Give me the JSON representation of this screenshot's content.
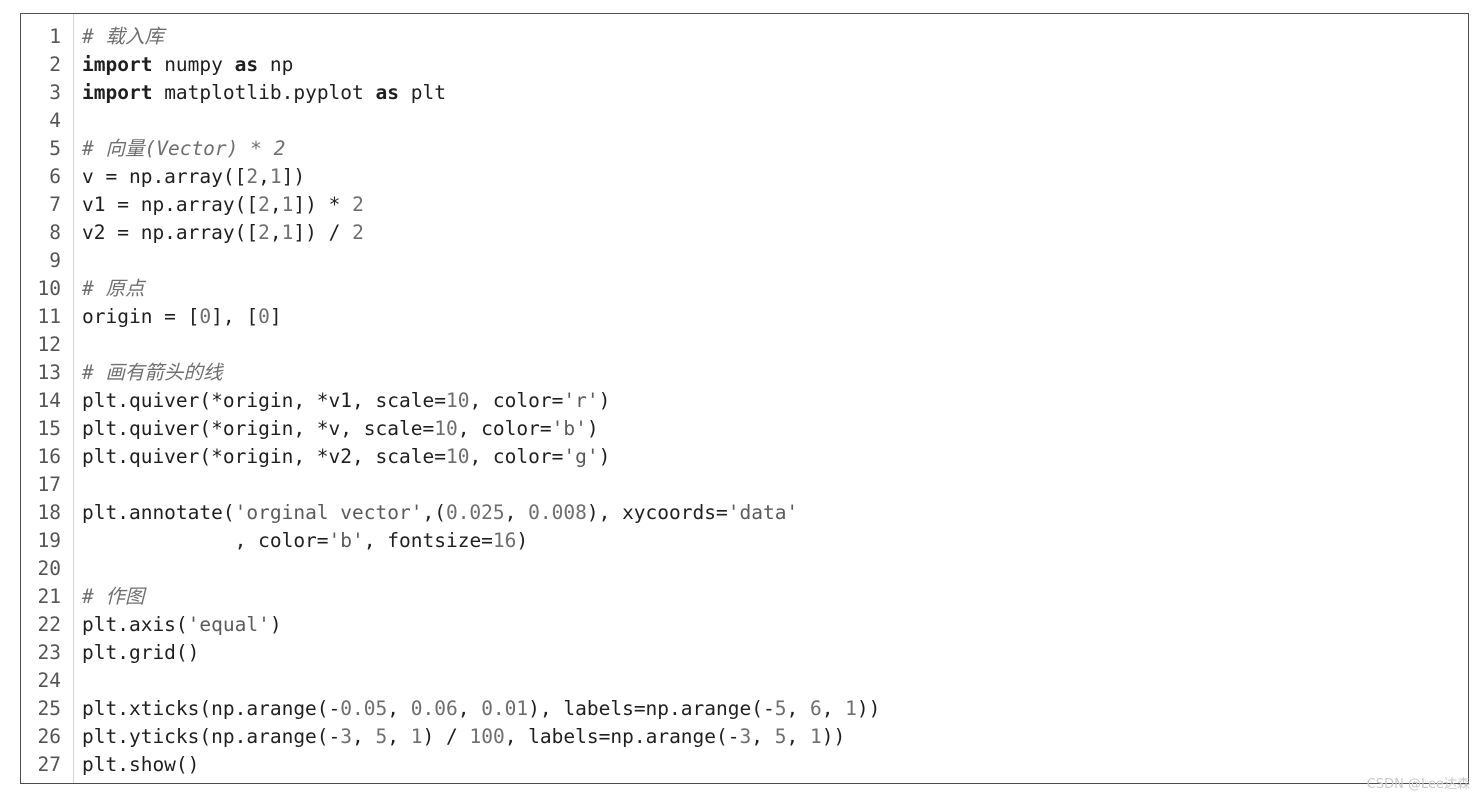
{
  "editor": {
    "lines": [
      {
        "n": "1",
        "code": "# 载入库"
      },
      {
        "n": "2",
        "code": "import numpy as np"
      },
      {
        "n": "3",
        "code": "import matplotlib.pyplot as plt"
      },
      {
        "n": "4",
        "code": ""
      },
      {
        "n": "5",
        "code": "# 向量(Vector) * 2"
      },
      {
        "n": "6",
        "code": "v = np.array([2,1])"
      },
      {
        "n": "7",
        "code": "v1 = np.array([2,1]) * 2"
      },
      {
        "n": "8",
        "code": "v2 = np.array([2,1]) / 2"
      },
      {
        "n": "9",
        "code": ""
      },
      {
        "n": "10",
        "code": "# 原点"
      },
      {
        "n": "11",
        "code": "origin = [0], [0]"
      },
      {
        "n": "12",
        "code": ""
      },
      {
        "n": "13",
        "code": "# 画有箭头的线"
      },
      {
        "n": "14",
        "code": "plt.quiver(*origin, *v1, scale=10, color='r')"
      },
      {
        "n": "15",
        "code": "plt.quiver(*origin, *v, scale=10, color='b')"
      },
      {
        "n": "16",
        "code": "plt.quiver(*origin, *v2, scale=10, color='g')"
      },
      {
        "n": "17",
        "code": ""
      },
      {
        "n": "18",
        "code": "plt.annotate('orginal vector',(0.025, 0.008), xycoords='data'"
      },
      {
        "n": "19",
        "code": "             , color='b', fontsize=16)"
      },
      {
        "n": "20",
        "code": ""
      },
      {
        "n": "21",
        "code": "# 作图"
      },
      {
        "n": "22",
        "code": "plt.axis('equal')"
      },
      {
        "n": "23",
        "code": "plt.grid()"
      },
      {
        "n": "24",
        "code": ""
      },
      {
        "n": "25",
        "code": "plt.xticks(np.arange(-0.05, 0.06, 0.01), labels=np.arange(-5, 6, 1))"
      },
      {
        "n": "26",
        "code": "plt.yticks(np.arange(-3, 5, 1) / 100, labels=np.arange(-3, 5, 1))"
      },
      {
        "n": "27",
        "code": "plt.show()"
      }
    ]
  },
  "watermark": "CSDN @Lee达森"
}
